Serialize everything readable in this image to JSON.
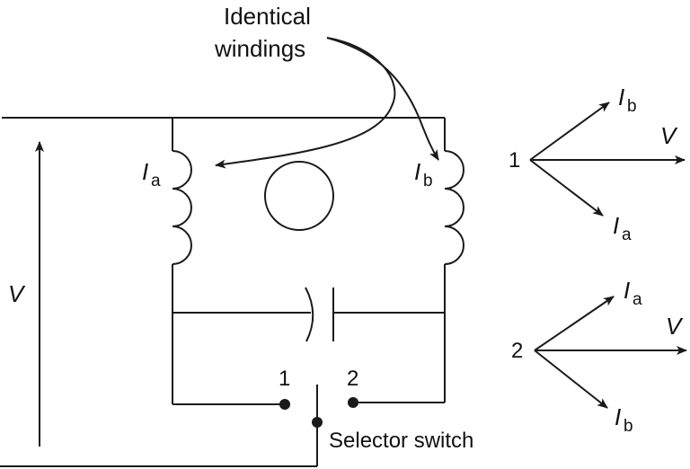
{
  "title": "Split-phase capacitor motor with selector switch",
  "labels": {
    "identical_windings_line1": "Identical",
    "identical_windings_line2": "windings",
    "winding_a": "I",
    "winding_a_sub": "a",
    "winding_b": "I",
    "winding_b_sub": "b",
    "supply_voltage": "V",
    "switch_pos_1": "1",
    "switch_pos_2": "2",
    "selector_switch": "Selector switch"
  },
  "phasor_diagrams": [
    {
      "label": "1",
      "reference": "V",
      "leading": {
        "name": "I",
        "sub": "b"
      },
      "lagging": {
        "name": "I",
        "sub": "a"
      }
    },
    {
      "label": "2",
      "reference": "V",
      "leading": {
        "name": "I",
        "sub": "a"
      },
      "lagging": {
        "name": "I",
        "sub": "b"
      }
    }
  ],
  "colors": {
    "line": "#1a1a1a",
    "background": "#ffffff"
  }
}
